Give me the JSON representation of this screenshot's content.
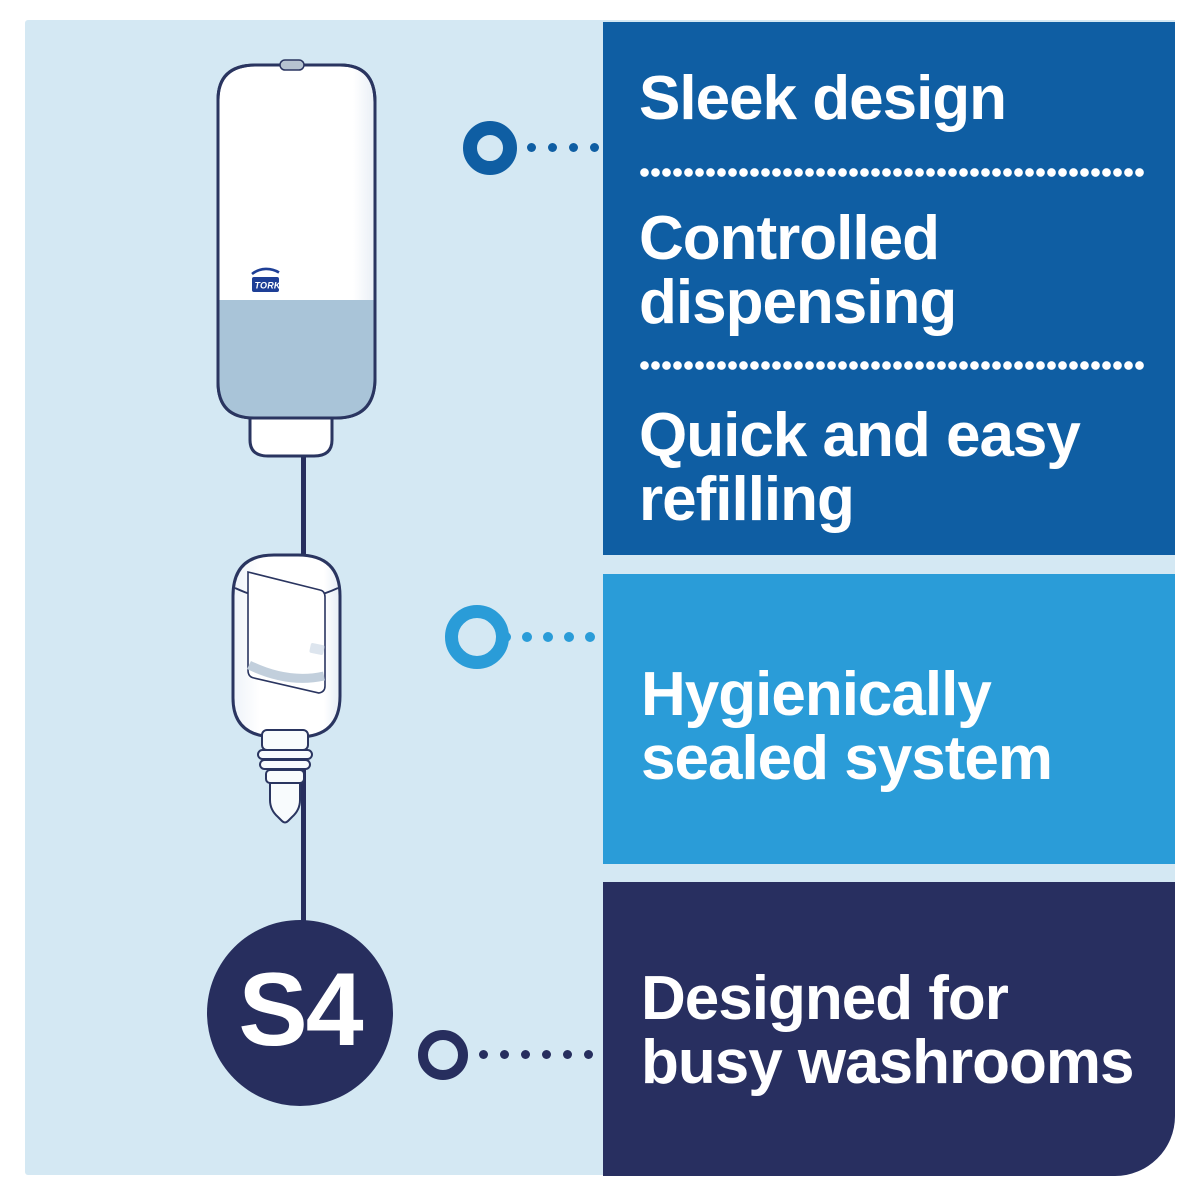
{
  "brand": {
    "logo_text": "TORK",
    "system_badge": "S4"
  },
  "features": [
    {
      "label": "Sleek design"
    },
    {
      "label": "Controlled dispensing"
    },
    {
      "label": "Quick and easy refilling"
    },
    {
      "label": "Hygienically sealed system"
    },
    {
      "label": "Designed for busy washrooms"
    }
  ],
  "connectors": {
    "top": {
      "dots": 4
    },
    "middle": {
      "dots": 5
    },
    "bottom": {
      "dots": 6
    }
  },
  "colors": {
    "canvas": "#d4e8f3",
    "panel_blue": "#0f5ea3",
    "panel_light_blue": "#2a9cd8",
    "panel_navy": "#282f60",
    "ink_navy": "#272e5e",
    "outline": "#2a3560",
    "soap_window": "#a9c4d8",
    "white": "#ffffff",
    "tork_logo_blue": "#1e3f96"
  }
}
